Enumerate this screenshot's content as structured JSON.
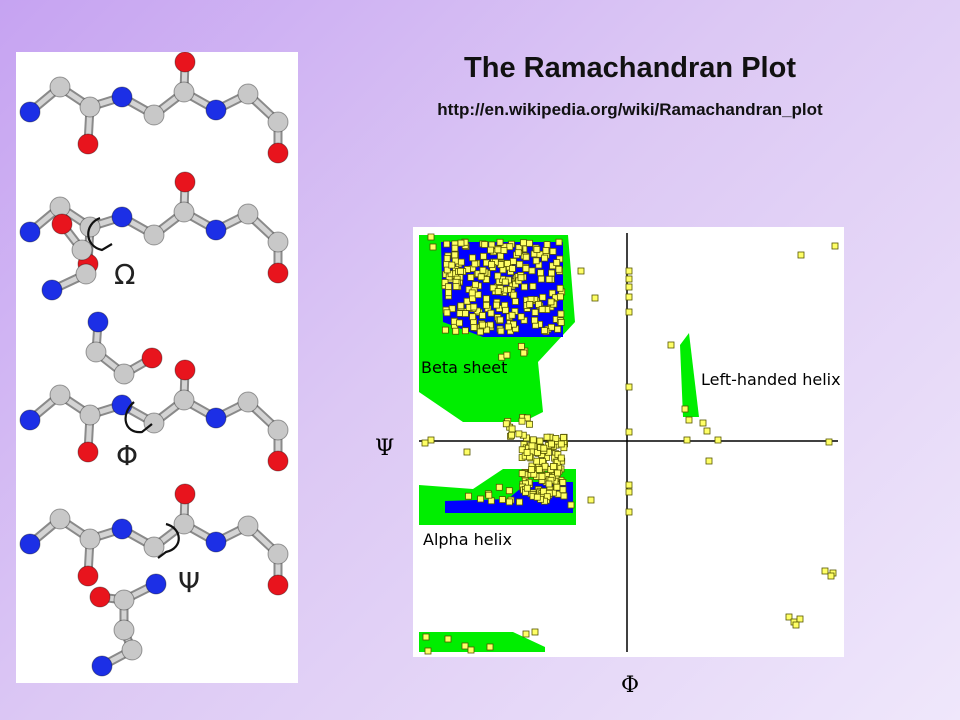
{
  "slide": {
    "title": "The Ramachandran Plot",
    "url": "http://en.wikipedia.org/wiki/Ramachandran_plot"
  },
  "molecule_figure": {
    "angle_labels": [
      "Ω",
      "Φ",
      "Ψ"
    ],
    "atom_colors": {
      "carbon": "#c8c8c8",
      "nitrogen": "#1c2fe6",
      "oxygen": "#e8141d"
    }
  },
  "ramachandran": {
    "x_axis_label": "Φ",
    "y_axis_label": "Ψ",
    "regions": {
      "beta_sheet": "Beta sheet",
      "alpha_helix": "Alpha helix",
      "left_handed_helix": "Left-handed helix"
    },
    "colors": {
      "allowed": "#00ee00",
      "favored": "#0000ff",
      "point_fill": "#ffff66",
      "point_stroke": "#555500"
    }
  }
}
